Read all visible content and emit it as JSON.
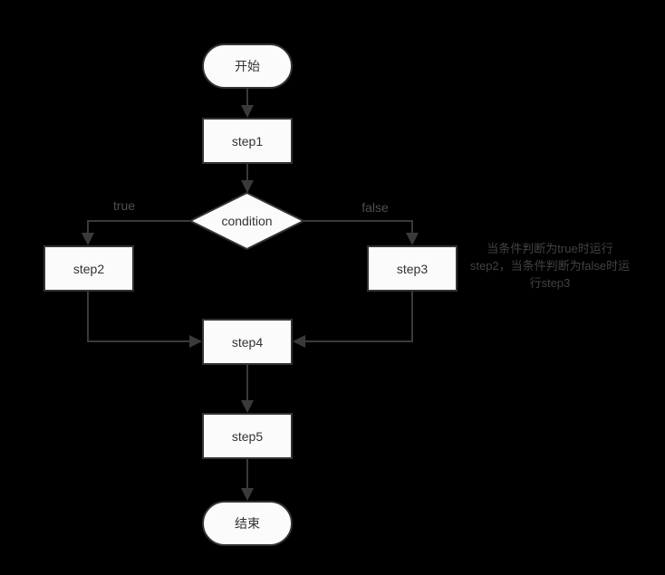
{
  "diagram": {
    "nodes": {
      "start": {
        "label": "开始",
        "type": "terminator"
      },
      "step1": {
        "label": "step1",
        "type": "process"
      },
      "condition": {
        "label": "condition",
        "type": "decision"
      },
      "step2": {
        "label": "step2",
        "type": "process"
      },
      "step3": {
        "label": "step3",
        "type": "process"
      },
      "step4": {
        "label": "step4",
        "type": "process"
      },
      "step5": {
        "label": "step5",
        "type": "process"
      },
      "end": {
        "label": "结束",
        "type": "terminator"
      }
    },
    "edges": [
      {
        "from": "start",
        "to": "step1",
        "label": ""
      },
      {
        "from": "step1",
        "to": "condition",
        "label": ""
      },
      {
        "from": "condition",
        "to": "step2",
        "label": "true"
      },
      {
        "from": "condition",
        "to": "step3",
        "label": "false"
      },
      {
        "from": "step2",
        "to": "step4",
        "label": ""
      },
      {
        "from": "step3",
        "to": "step4",
        "label": ""
      },
      {
        "from": "step4",
        "to": "step5",
        "label": ""
      },
      {
        "from": "step5",
        "to": "end",
        "label": ""
      }
    ],
    "edge_labels": {
      "true_branch": "true",
      "false_branch": "false"
    },
    "annotation": {
      "lines": [
        "当条件判断为true时运行",
        "step2，当条件判断为false时运",
        "行step3"
      ]
    },
    "colors": {
      "background": "#000000",
      "node_fill": "#fbfbfb",
      "node_border": "#333333",
      "connector": "#3a3a3a",
      "node_text": "#333333",
      "edge_label_text": "#4f4f4f",
      "annotation_text": "#424242"
    }
  }
}
